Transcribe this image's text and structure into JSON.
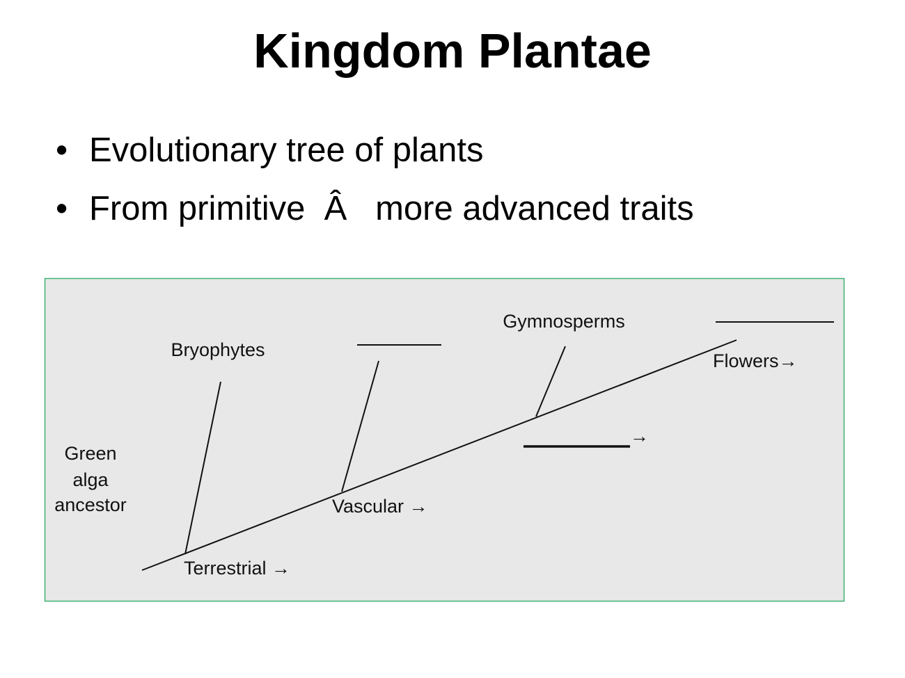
{
  "slide": {
    "title": "Kingdom Plantae",
    "bullets": [
      {
        "marker": "•",
        "text": "Evolutionary tree of plants"
      },
      {
        "marker": "•",
        "text": "From primitive  Â   more advanced traits"
      }
    ]
  },
  "diagram": {
    "root_label": [
      "Green",
      "alga",
      "ancestor"
    ],
    "branch_labels": {
      "bryophytes": "Bryophytes",
      "gymnosperms": "Gymnosperms"
    },
    "trait_labels": {
      "terrestrial": "Terrestrial →",
      "vascular": "Vascular →",
      "flowers": "Flowers→",
      "blank_trait_arrow": "→"
    },
    "colors": {
      "background": "#e8e8e8",
      "border": "#3cb371"
    }
  }
}
